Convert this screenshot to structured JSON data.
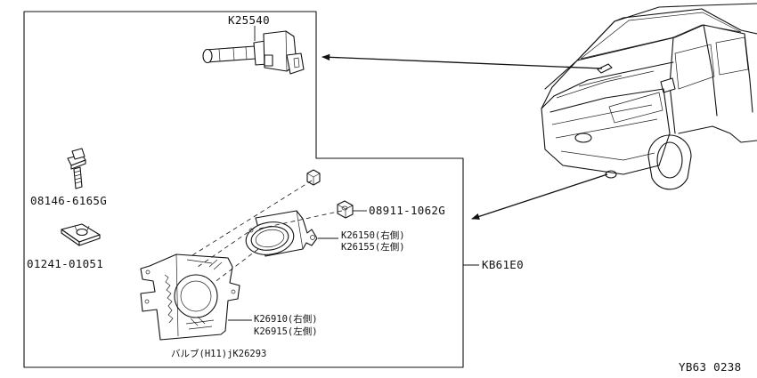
{
  "labels": {
    "switch": "K25540",
    "bolt": "08146-6165G",
    "clip": "01241-01051",
    "nut": "08911-1062G",
    "lamp_right": "K26150(右側)",
    "lamp_left": "K26155(左側)",
    "bracket_right": "K26910(右側)",
    "bracket_left": "K26915(左側)",
    "assembly": "KB61E0",
    "bulb": "バルブ(H11)jK26293",
    "figure_code": "YB63 0238"
  }
}
